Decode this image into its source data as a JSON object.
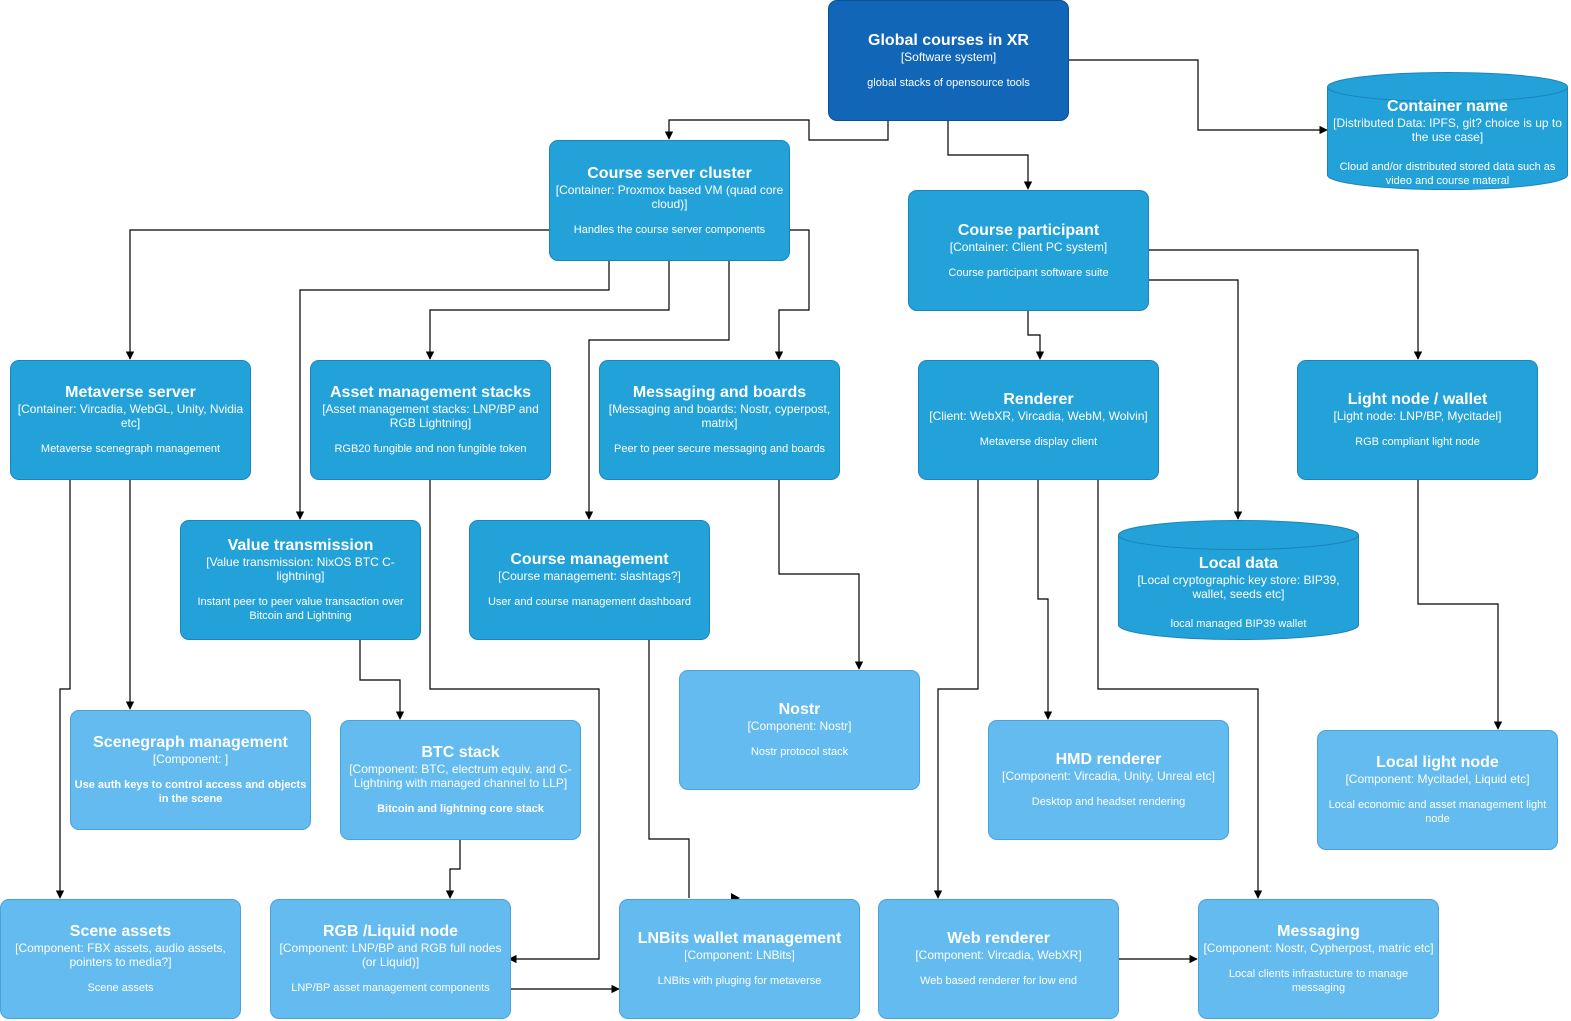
{
  "colors": {
    "system": "#1166b8",
    "container": "#23a2d9",
    "component": "#63bbf0",
    "edge": "#000000"
  },
  "nodes": {
    "global": {
      "title": "Global courses in XR",
      "tech": "[Software system]",
      "desc": "global stacks of opensource tools"
    },
    "container_name": {
      "title": "Container name",
      "tech": "[Distributed Data: IPFS, git? choice is up to the use case]",
      "desc": "Cloud and/or distributed stored data such as video and course materal"
    },
    "course_server": {
      "title": "Course server cluster",
      "tech": "[Container: Proxmox based VM (quad core cloud)]",
      "desc": "Handles the course server components"
    },
    "course_participant": {
      "title": "Course participant",
      "tech": "[Container: Client PC system]",
      "desc": "Course participant software suite"
    },
    "metaverse_server": {
      "title": "Metaverse server",
      "tech": "[Container: Vircadia, WebGL, Unity, Nvidia etc]",
      "desc": "Metaverse scenegraph management"
    },
    "asset_mgmt": {
      "title": "Asset management stacks",
      "tech": "[Asset management stacks: LNP/BP and RGB Lightning]",
      "desc": "RGB20 fungible and non fungible token"
    },
    "messaging_boards": {
      "title": "Messaging and boards",
      "tech": "[Messaging and boards: Nostr, cyperpost, matrix]",
      "desc": "Peer to peer secure messaging and boards"
    },
    "renderer": {
      "title": "Renderer",
      "tech": "[Client: WebXR, Vircadia, WebM, Wolvin]",
      "desc": "Metaverse display client"
    },
    "light_node": {
      "title": "Light node / wallet",
      "tech": "[Light node: LNP/BP, Mycitadel]",
      "desc": "RGB compliant light node"
    },
    "value_tx": {
      "title": "Value transmission",
      "tech": "[Value transmission: NixOS BTC C-lightning]",
      "desc": "Instant peer to peer value transaction over Bitcoin and Lightning"
    },
    "course_mgmt": {
      "title": "Course management",
      "tech": "[Course management: slashtags?]",
      "desc": "User and course management dashboard"
    },
    "local_data": {
      "title": "Local data",
      "tech": "[Local cryptographic key store: BIP39, wallet, seeds etc]",
      "desc": "local managed BIP39 wallet"
    },
    "scenegraph": {
      "title": "Scenegraph management",
      "tech": "[Component: ]",
      "desc": "Use auth keys to control access and objects in the scene"
    },
    "btc_stack": {
      "title": "BTC stack",
      "tech": "[Component: BTC, electrum equiv. and C-Lightning with managed channel to LLP]",
      "desc": "Bitcoin and lightning core stack"
    },
    "nostr": {
      "title": "Nostr",
      "tech": "[Component: Nostr]",
      "desc": "Nostr protocol stack"
    },
    "hmd": {
      "title": "HMD renderer",
      "tech": "[Component: Vircadia, Unity, Unreal etc]",
      "desc": "Desktop and headset rendering"
    },
    "local_light": {
      "title": "Local light node",
      "tech": "[Component: Mycitadel, Liquid etc]",
      "desc": "Local economic and asset management light node"
    },
    "scene_assets": {
      "title": "Scene assets",
      "tech": "[Component: FBX assets, audio assets, pointers to media?]",
      "desc": "Scene assets"
    },
    "rgb_liquid": {
      "title": "RGB /Liquid node",
      "tech": "[Component: LNP/BP and RGB full nodes (or Liquid)]",
      "desc": "LNP/BP asset management components"
    },
    "lnbits": {
      "title": "LNBits wallet management",
      "tech": "[Component: LNBits]",
      "desc": "LNBits with pluging for metaverse"
    },
    "web_renderer": {
      "title": "Web renderer",
      "tech": "[Component: Vircadia, WebXR]",
      "desc": "Web based renderer for low end"
    },
    "messaging": {
      "title": "Messaging",
      "tech": "[Component: Nostr, Cypherpost, matric etc]",
      "desc": "Local clients infrastucture to manage messaging"
    }
  }
}
